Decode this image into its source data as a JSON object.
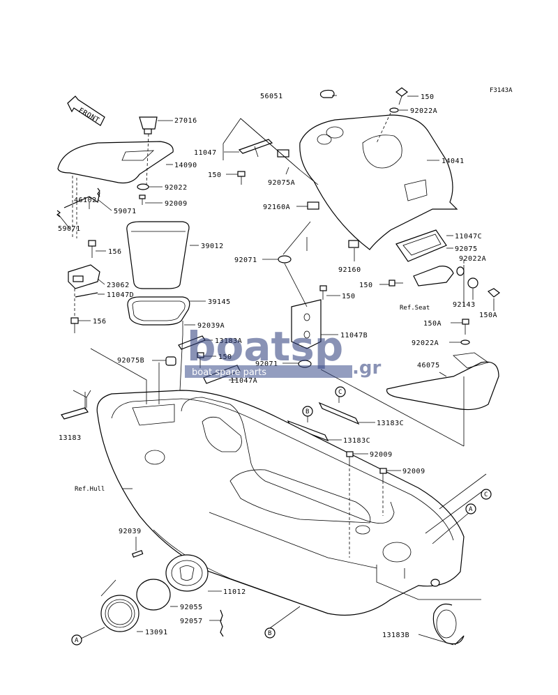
{
  "figure_code": "F3143A",
  "front_label": "FRONT",
  "watermark": {
    "main": "boatsp",
    "suffix": ".gr",
    "tagline": "boat spare parts"
  },
  "callouts": {
    "A": "A",
    "B": "B",
    "C": "C"
  },
  "parts": {
    "p56051": "56051",
    "p150_top": "150",
    "p92022A_top": "92022A",
    "p27016": "27016",
    "p11047": "11047",
    "p14041": "14041",
    "p14090": "14090",
    "p150_a": "150",
    "p92075A": "92075A",
    "p92022": "92022",
    "p92009_a": "92009",
    "p92160A": "92160A",
    "p46102": "46102",
    "p59071_a": "59071",
    "p59071_b": "59071",
    "p39012": "39012",
    "p11047C": "11047C",
    "p156_a": "156",
    "p92075": "92075",
    "p92071_a": "92071",
    "p92160": "92160",
    "p92022A_b": "92022A",
    "p23062": "23062",
    "p150_b": "150",
    "p11047D": "11047D",
    "p150_c": "150",
    "p92143": "92143",
    "p150A_a": "150A",
    "p39145": "39145",
    "p156_b": "156",
    "p92039A": "92039A",
    "p150A_b": "150A",
    "p13183A": "13183A",
    "p11047B": "11047B",
    "p92022A_c": "92022A",
    "p92075B": "92075B",
    "p150_d": "150",
    "p92071_b": "92071",
    "p46075": "46075",
    "p11047A": "11047A",
    "p13183": "13183",
    "p13183C_a": "13183C",
    "p13183C_b": "13183C",
    "p92009_b": "92009",
    "p92009_c": "92009",
    "p92039": "92039",
    "p11012": "11012",
    "p92055": "92055",
    "p92057": "92057",
    "p13091": "13091",
    "p13183B": "13183B"
  },
  "refs": {
    "seat": "Ref.Seat",
    "hull": "Ref.Hull"
  }
}
